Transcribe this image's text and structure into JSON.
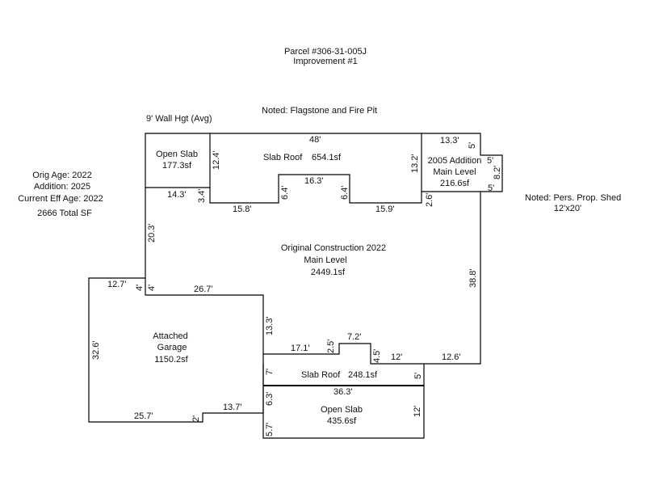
{
  "header": {
    "parcel": "Parcel #306-31-005J",
    "improvement": "Improvement #1"
  },
  "notes": {
    "flagstone": "Noted: Flagstone and Fire Pit",
    "wall_height": "9' Wall Hgt (Avg)",
    "shed_line1": "Noted: Pers. Prop. Shed",
    "shed_line2": "12'x20'"
  },
  "summary": {
    "orig_age": "Orig Age: 2022",
    "addition": "Addition: 2025",
    "eff_age": "Current Eff Age: 2022",
    "total_sf": "2666 Total SF"
  },
  "areas": {
    "open_slab_top": {
      "name": "Open Slab",
      "sf": "177.3sf"
    },
    "slab_roof_top": {
      "name": "Slab Roof",
      "sf": "654.1sf"
    },
    "addition_2005": {
      "name": "2005 Addition",
      "level": "Main Level",
      "sf": "216.6sf"
    },
    "original": {
      "name": "Original Construction 2022",
      "level": "Main Level",
      "sf": "2449.1sf"
    },
    "garage": {
      "name": "Attached",
      "name2": "Garage",
      "sf": "1150.2sf"
    },
    "slab_roof_bottom": {
      "name": "Slab Roof",
      "sf": "248.1sf"
    },
    "open_slab_bottom": {
      "name": "Open Slab",
      "sf": "435.6sf"
    }
  },
  "dims": {
    "top_48": "48'",
    "os_12_4": "12.4'",
    "os_14_3": "14.3'",
    "os_3_4": "3.4'",
    "sr_15_8": "15.8'",
    "sr_6_4a": "6.4'",
    "sr_16_3": "16.3'",
    "sr_6_4b": "6.4'",
    "sr_15_9": "15.9'",
    "sr_13_2": "13.2'",
    "ad_13_3": "13.3'",
    "ad_5a": "5'",
    "ad_5b": "5'",
    "ad_8_2": "8.2'",
    "ad_5c": "5'",
    "ad_2_6": "2.6'",
    "oc_20_3": "20.3'",
    "oc_38_8": "38.8'",
    "g_12_7": "12.7'",
    "g_4a": "4'",
    "g_4b": "4'",
    "g_26_7": "26.7'",
    "g_32_6": "32.6'",
    "g_13_3": "13.3'",
    "g_25_7": "25.7'",
    "g_2": "2'",
    "g_13_7": "13.7'",
    "b_17_1": "17.1'",
    "b_2_5": "2.5'",
    "b_7_2": "7.2'",
    "b_4_5": "4.5'",
    "b_12": "12'",
    "b_12_6": "12.6'",
    "b_7": "7'",
    "b_5": "5'",
    "b_36_3": "36.3'",
    "b_6_3": "6.3'",
    "b_5_7": "5.7'",
    "b_12b": "12'"
  }
}
